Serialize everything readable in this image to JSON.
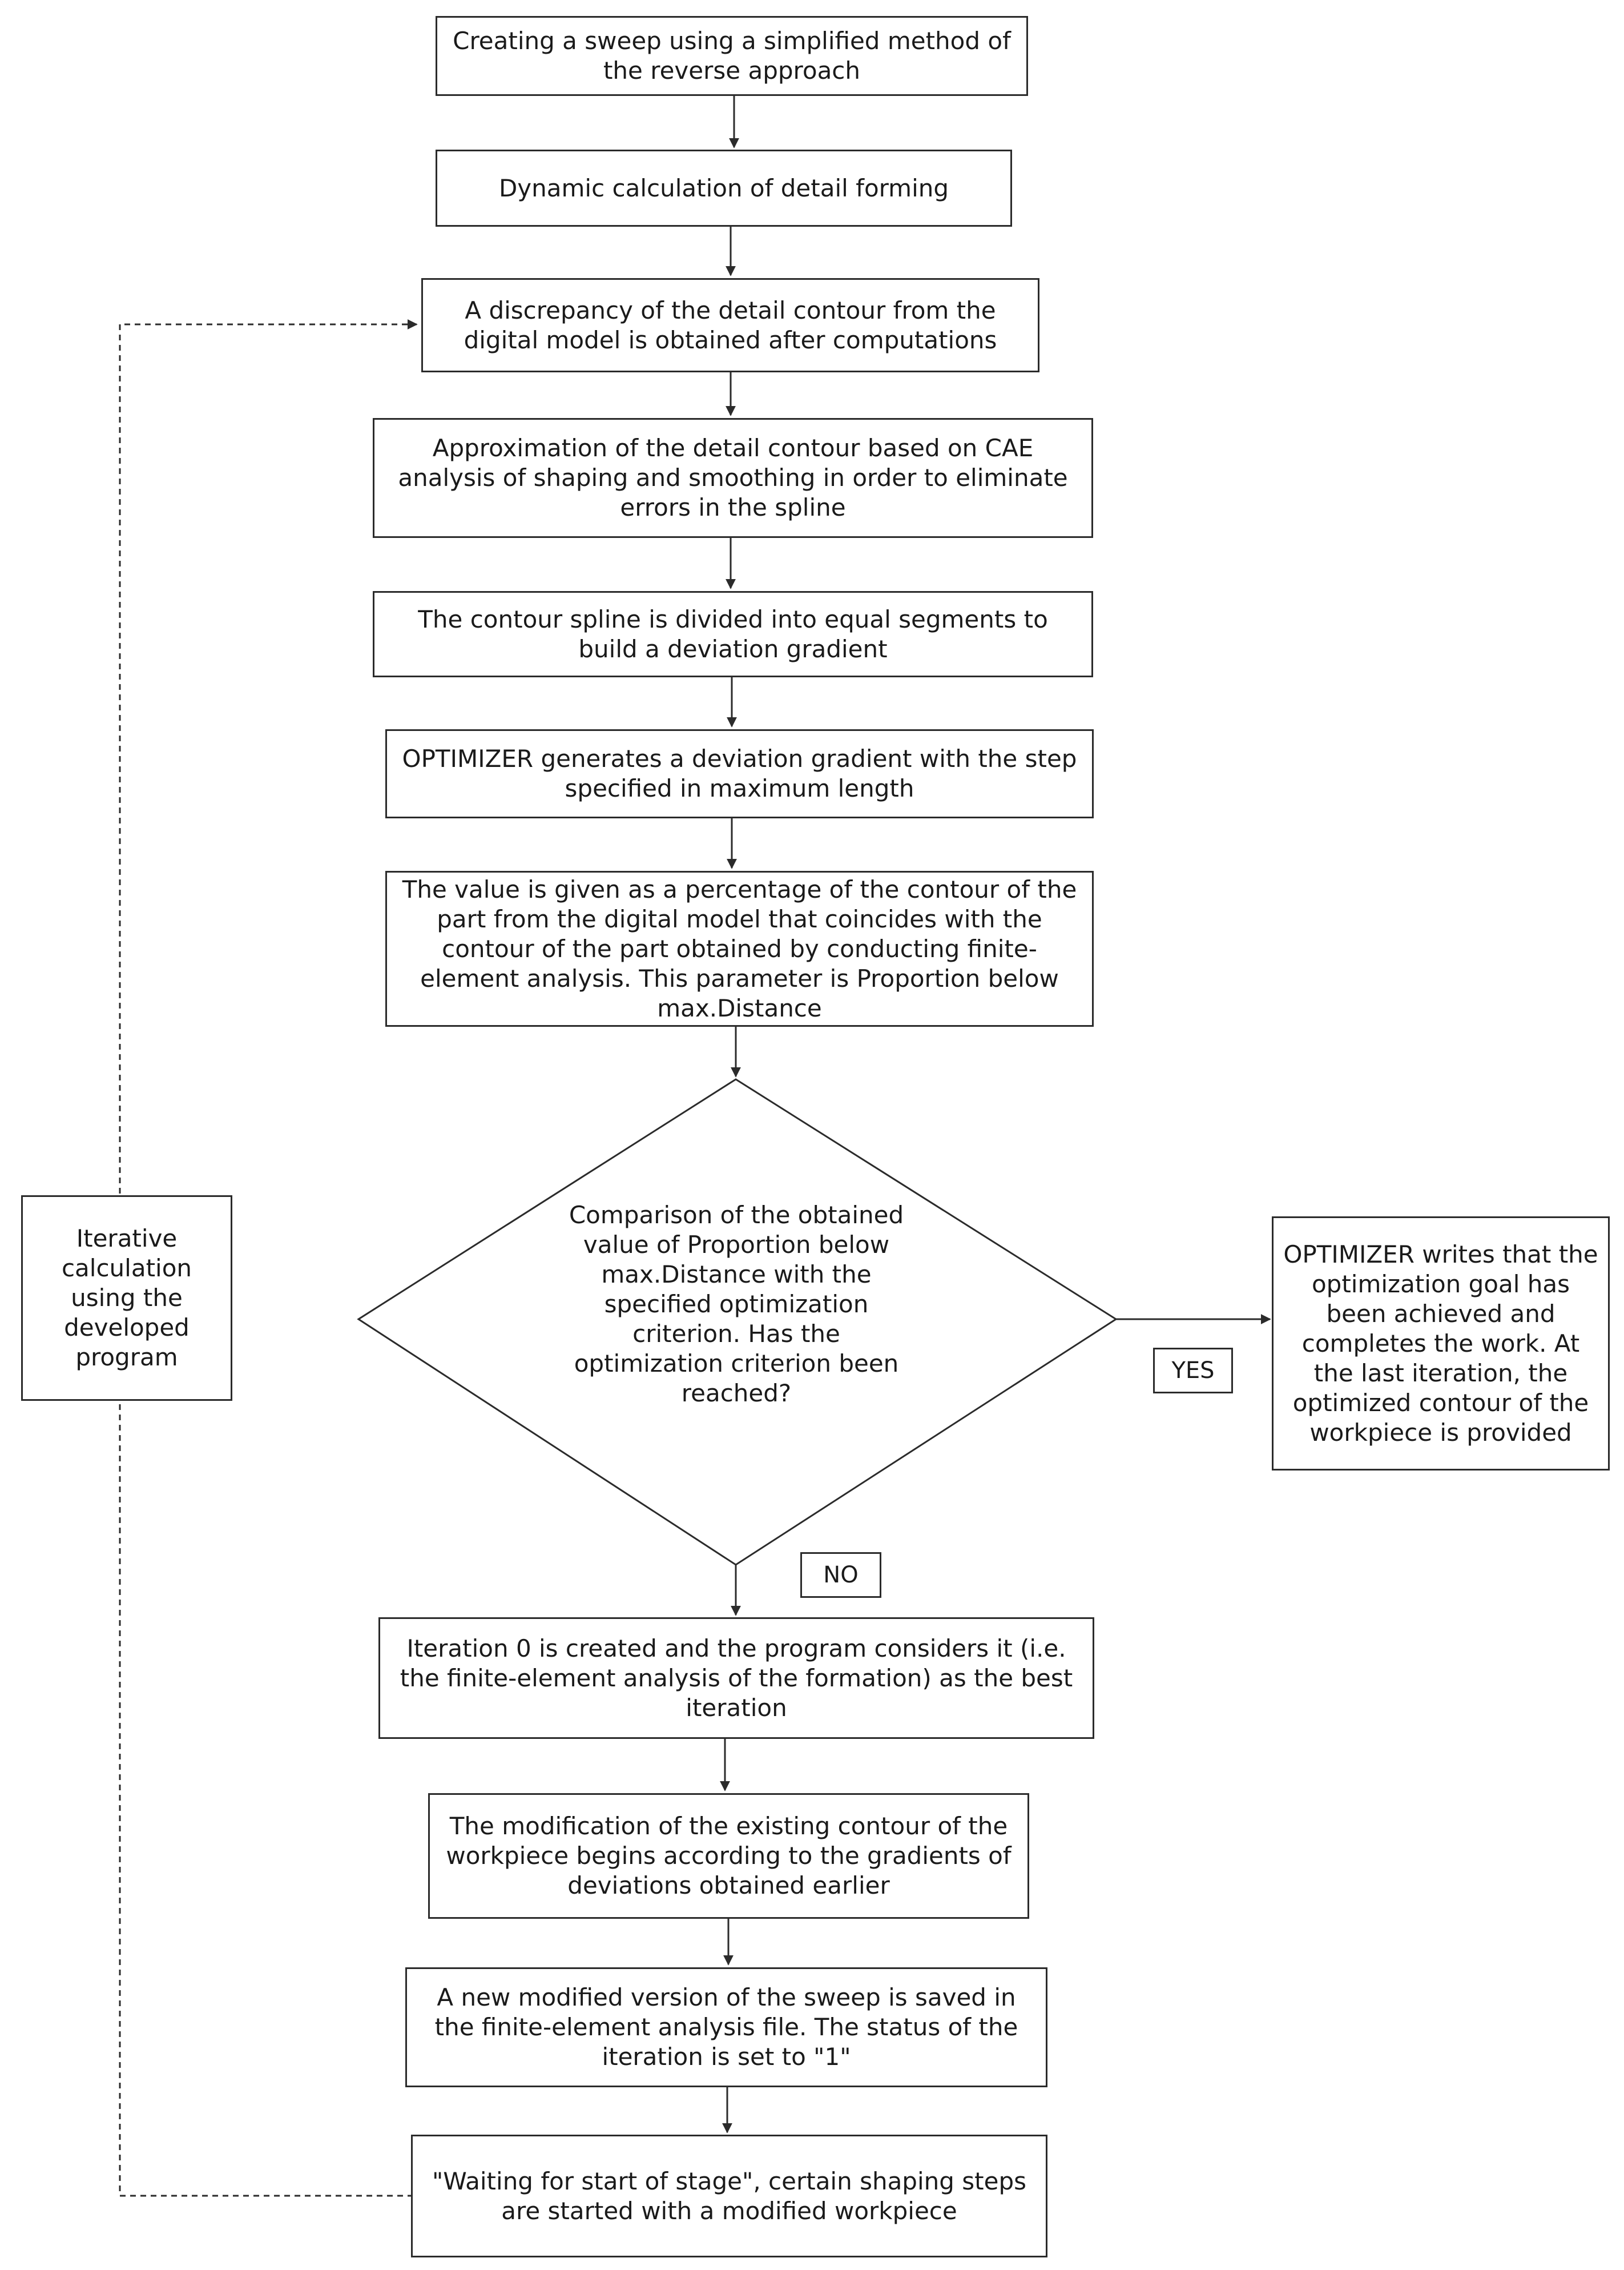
{
  "steps": {
    "s1": "Creating a sweep using a simplified method of the reverse approach",
    "s2": "Dynamic calculation of detail forming",
    "s3": "A discrepancy of the detail contour from the digital model is obtained after computations",
    "s4": "Approximation of the detail contour based on CAE analysis of shaping and smoothing in order to eliminate errors in the spline",
    "s5": "The contour spline is divided into equal segments to build a deviation gradient",
    "s6": "OPTIMIZER generates a deviation gradient with the step specified in maximum length",
    "s7": "The value is given as a percentage of the contour of the part from the digital model that coincides with the contour of the part obtained by conducting finite-element analysis. This parameter is Proportion below max.Distance",
    "decision": "Comparison of the obtained value of Proportion below max.Distance with the specified optimization criterion. Has the optimization criterion been reached?",
    "s8": "Iteration 0 is created and the program considers it (i.e. the finite-element analysis of the formation) as the best iteration",
    "s9": "The modification of the existing contour of the workpiece begins according to the gradients of deviations obtained earlier",
    "s10": "A new modified version of the sweep is saved in the finite-element analysis file. The status of the iteration is set to \"1\"",
    "s11": "\"Waiting for start of stage\", certain shaping steps are started with a modified workpiece",
    "yes_result": "OPTIMIZER writes that the optimization goal has been achieved and completes the work. At the last iteration, the optimized contour of the workpiece is provided",
    "loop": "Iterative calculation using the developed program"
  },
  "labels": {
    "yes": "YES",
    "no": "NO"
  },
  "colors": {
    "line": "#2b2b2b",
    "text": "#1a1a1a"
  }
}
